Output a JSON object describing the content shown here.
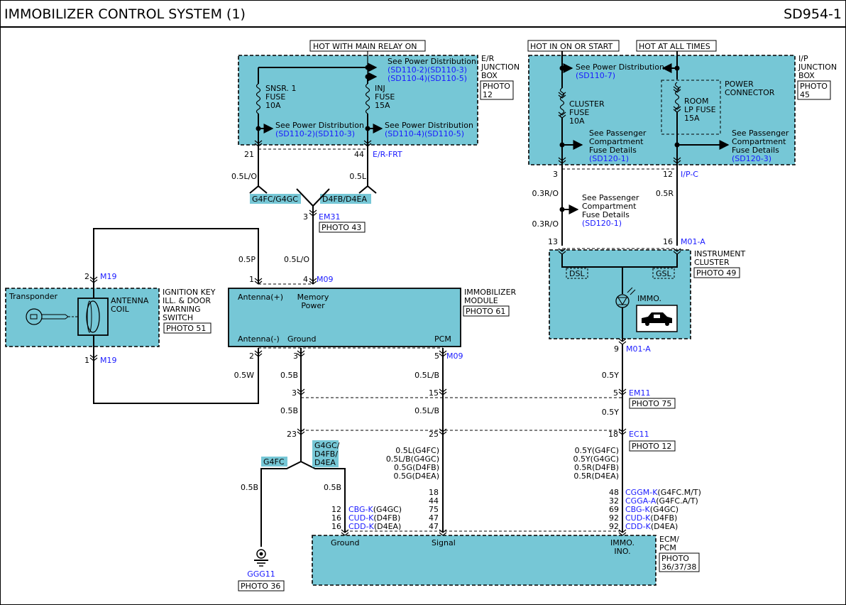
{
  "header": {
    "title": "IMMOBILIZER CONTROL SYSTEM (1)",
    "code": "SD954-1"
  },
  "hot_labels": {
    "main_relay": "HOT WITH MAIN RELAY ON",
    "in_on_start": "HOT IN ON OR START",
    "all_times": "HOT AT ALL TIMES"
  },
  "er_box": {
    "name": [
      "E/R",
      "JUNCTION",
      "BOX"
    ],
    "photo": [
      "PHOTO",
      "12"
    ],
    "see_power": "See Power Distribution",
    "refs_top": [
      "(SD110-2)",
      "(SD110-3)",
      "(SD110-4)",
      "(SD110-5)"
    ],
    "fuse1": [
      "SNSR. 1",
      "FUSE",
      "10A"
    ],
    "fuse2": [
      "INJ",
      "FUSE",
      "15A"
    ],
    "see_power_left": "See Power  Distribution",
    "refs_left": [
      "(SD110-2)",
      "(SD110-3)"
    ],
    "see_power_right": "See Power Distribution",
    "refs_right": [
      "(SD110-4)",
      "(SD110-5)"
    ],
    "pin_left": "21",
    "pin_right": "44",
    "connector": "E/R-FRT"
  },
  "ip_box": {
    "name": [
      "I/P",
      "JUNCTION",
      "BOX"
    ],
    "photo": [
      "PHOTO",
      "45"
    ],
    "see_power": "See Power Distribution",
    "ref_power": "(SD110-7)",
    "fuse1": [
      "CLUSTER",
      "FUSE",
      "10A"
    ],
    "power_connector": [
      "POWER",
      "CONNECTOR"
    ],
    "fuse2": [
      "ROOM",
      "LP FUSE",
      "15A"
    ],
    "see_pass": [
      "See Passenger",
      "Compartment",
      "Fuse Details"
    ],
    "ref_pass_left": "(SD120-1)",
    "ref_pass_right": "(SD120-3)",
    "pin_left": "3",
    "pin_right": "12",
    "connector": "I/P-C"
  },
  "wires": {
    "w_05lo": "0.5L/O",
    "w_05l": "0.5L",
    "opt_g4fc_g4gc": "G4FC/G4GC",
    "opt_d4fb_d4ea": "D4FB/D4EA",
    "em31_pin": "3",
    "em31": "EM31",
    "em31_photo": "PHOTO 43",
    "w_05p": "0.5P",
    "w_05lo2": "0.5L/O",
    "w_03ro_a": "0.3R/O",
    "w_03ro_b": "0.3R/O",
    "w_05r": "0.5R",
    "mid_see": [
      "See Passenger",
      "Compartment",
      "Fuse Details"
    ],
    "mid_ref": "(SD120-1)",
    "w_05w": "0.5W",
    "w_05b_a": "0.5B",
    "w_05b_b": "0.5B",
    "w_05lb_a": "0.5L/B",
    "w_05lb_b": "0.5L/B",
    "w_05y_a": "0.5Y",
    "w_05y_b": "0.5Y",
    "w_05b_gnd": "0.5B",
    "w_05b_cbg": "0.5B"
  },
  "immobilizer": {
    "name": [
      "IMMOBILIZER",
      "MODULE"
    ],
    "photo": "PHOTO 61",
    "ant_plus": "Antenna(+)",
    "mem_power": [
      "Memory",
      "Power"
    ],
    "ant_minus": "Antenna(-)",
    "ground": "Ground",
    "pcm": "PCM",
    "pin1": "1",
    "pin4": "4",
    "pin2": "2",
    "pin3": "3",
    "pin5": "5",
    "conn_top": "M09",
    "conn_bot": "M09"
  },
  "ignition": {
    "name": [
      "IGNITION KEY",
      "ILL. & DOOR",
      "WARNING",
      "SWITCH"
    ],
    "photo": "PHOTO 51",
    "transponder": "Transponder",
    "coil": [
      "ANTENNA",
      "COIL"
    ],
    "pin_top": "2",
    "conn_top": "M19",
    "pin_bot": "1",
    "conn_bot": "M19"
  },
  "cluster": {
    "name": [
      "INSTRUMENT",
      "CLUSTER"
    ],
    "photo": "PHOTO 49",
    "dsl": "DSL",
    "gsl": "GSL",
    "immo": "IMMO.",
    "pin13": "13",
    "pin16": "16",
    "conn_top": "M01-A",
    "pin9": "9",
    "conn_bot": "M01-A"
  },
  "em11": {
    "pin3": "3",
    "pin15": "15",
    "pin5": "5",
    "name": "EM11",
    "photo": "PHOTO 75"
  },
  "ec11": {
    "pin23": "23",
    "pin25": "25",
    "pin18": "18",
    "name": "EC11",
    "photo": "PHOTO 12"
  },
  "options": {
    "g4fc": "G4FC",
    "multi": [
      "G4GC/",
      "D4FB/",
      "D4EA"
    ]
  },
  "signal_variants": [
    "0.5L(G4FC)",
    "0.5L/B(G4GC)",
    "0.5G(D4FB)",
    "0.5G(D4EA)"
  ],
  "signal_pins": [
    "18",
    "44",
    "75",
    "47",
    "47"
  ],
  "immo_variants": [
    "0.5Y(G4FC)",
    "0.5Y(G4GC)",
    "0.5R(D4FB)",
    "0.5R(D4EA)"
  ],
  "immo_pins": [
    {
      "pin": "48",
      "conn": "CGGM-K",
      "var": "(G4FC.M/T)"
    },
    {
      "pin": "32",
      "conn": "CGGA-A",
      "var": "(G4FC.A/T)"
    },
    {
      "pin": "69",
      "conn": "CBG-K",
      "var": "(G4GC)"
    },
    {
      "pin": "92",
      "conn": "CUD-K",
      "var": "(D4FB)"
    },
    {
      "pin": "92",
      "conn": "CDD-K",
      "var": "(D4EA)"
    }
  ],
  "gnd_pins": [
    {
      "pin": "12",
      "conn": "CBG-K",
      "var": "(G4GC)"
    },
    {
      "pin": "16",
      "conn": "CUD-K",
      "var": "(D4FB)"
    },
    {
      "pin": "16",
      "conn": "CDD-K",
      "var": "(D4EA)"
    }
  ],
  "ecm": {
    "name": [
      "ECM/",
      "PCM"
    ],
    "photo": [
      "PHOTO",
      "36/37/38"
    ],
    "ground": "Ground",
    "signal": "Signal",
    "immo": [
      "IMMO.",
      "INO."
    ]
  },
  "ground_point": {
    "name": "GGG11",
    "photo": "PHOTO 36"
  }
}
